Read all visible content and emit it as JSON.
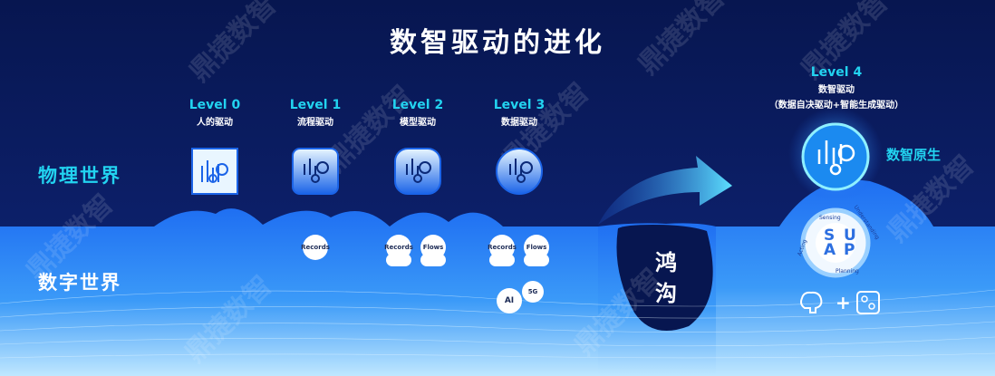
{
  "title": "数智驱动的进化",
  "worlds": {
    "physical": "物理世界",
    "digital": "数字世界"
  },
  "levels": [
    {
      "name": "Level 0",
      "desc": "人的驱动"
    },
    {
      "name": "Level 1",
      "desc": "流程驱动"
    },
    {
      "name": "Level 2",
      "desc": "模型驱动"
    },
    {
      "name": "Level 3",
      "desc": "数据驱动"
    },
    {
      "name": "Level 4",
      "desc": "数智驱动",
      "sub": "（数据自决驱动+智能生成驱动）"
    }
  ],
  "native_label": "数智原生",
  "gap_chars": [
    "鸿",
    "沟"
  ],
  "pills": {
    "records": "Records",
    "flows": "Flows",
    "ai": "AI",
    "fiveg": "5G"
  },
  "suap": {
    "letters": [
      "S",
      "U",
      "A",
      "P"
    ],
    "ring": [
      "Sensing",
      "Understanding",
      "Planning",
      "Acting"
    ]
  },
  "plus": "+",
  "watermark": "鼎捷数智",
  "colors": {
    "bg_top": "#0b1d5c",
    "bg_bottom": "#1f7bf5",
    "accent": "#22d3f0",
    "white": "#ffffff"
  }
}
